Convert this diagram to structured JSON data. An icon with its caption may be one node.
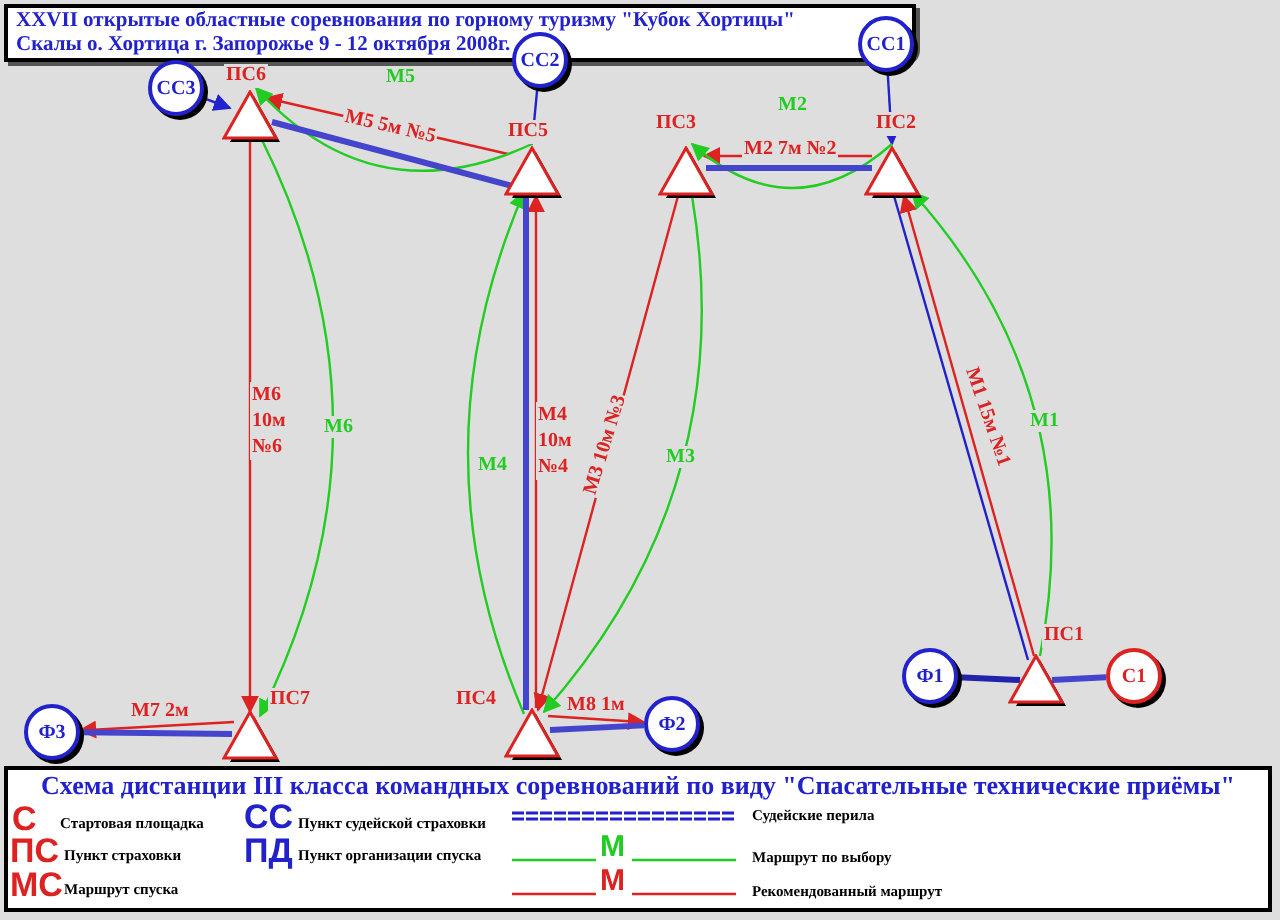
{
  "diagram": {
    "title": "Схема дистанции III класса командных соревнований по виду \"Спасательные технические приёмы\"",
    "nodes": [
      {
        "text": [
          "XXVII открытые областные соревнования по горному туризму \"Кубок Хортицы\"",
          "Скалы о. Хортица г. Запорожье 9 - 12 октября 2008г."
        ]
      },
      {
        "text": [
          "СС3"
        ]
      },
      {
        "text": [
          "ПС6"
        ]
      },
      {
        "text": [
          "СС2"
        ]
      },
      {
        "text": [
          "ПС5"
        ]
      },
      {
        "text": [
          "СС1"
        ]
      },
      {
        "text": [
          "ПС3"
        ]
      },
      {
        "text": [
          "ПС2"
        ]
      },
      {
        "text": [
          "ПС1"
        ]
      },
      {
        "text": [
          "Ф1"
        ]
      },
      {
        "text": [
          "С1"
        ]
      },
      {
        "text": [
          "Ф3"
        ]
      },
      {
        "text": [
          "ПС7"
        ]
      },
      {
        "text": [
          "ПС4"
        ]
      },
      {
        "text": [
          "Ф2"
        ]
      }
    ],
    "edges": [
      {
        "from": 1,
        "to": 2,
        "arrow": "to",
        "color": "#2222cc"
      },
      {
        "from": 3,
        "to": 4,
        "arrow": "to",
        "color": "#2222cc"
      },
      {
        "from": 5,
        "to": 7,
        "arrow": "to",
        "color": "#2222cc"
      },
      {
        "from": 4,
        "to": 2,
        "arrow": "to",
        "label": "М5 5м №5",
        "color": "#dd2222"
      },
      {
        "from": 4,
        "to": 2,
        "arrow": "to",
        "label": "М5",
        "color": "#22cc22"
      },
      {
        "from": 2,
        "to": 4,
        "arrow": "none",
        "style": "thick",
        "color": "#4444cc"
      },
      {
        "from": 7,
        "to": 6,
        "arrow": "to",
        "label": "М2 7м №2",
        "color": "#dd2222"
      },
      {
        "from": 7,
        "to": 6,
        "arrow": "to",
        "label": "М2",
        "color": "#22cc22"
      },
      {
        "from": 6,
        "to": 7,
        "arrow": "none",
        "style": "thick",
        "color": "#4444cc"
      },
      {
        "from": 8,
        "to": 7,
        "arrow": "to",
        "label": "М1 15м №1",
        "color": "#dd2222"
      },
      {
        "from": 8,
        "to": 7,
        "arrow": "to",
        "label": "М1",
        "color": "#22cc22"
      },
      {
        "from": 8,
        "to": 7,
        "arrow": "none",
        "color": "#2222cc"
      },
      {
        "from": 13,
        "to": 4,
        "arrow": "to",
        "label": "М4 10м №4",
        "color": "#dd2222"
      },
      {
        "from": 13,
        "to": 4,
        "arrow": "to",
        "label": "М4",
        "color": "#22cc22"
      },
      {
        "from": 13,
        "to": 4,
        "arrow": "none",
        "style": "thick",
        "color": "#4444cc"
      },
      {
        "from": 6,
        "to": 13,
        "arrow": "to",
        "label": "М3 10м №3",
        "color": "#dd2222"
      },
      {
        "from": 6,
        "to": 13,
        "arrow": "to",
        "label": "М3",
        "color": "#22cc22"
      },
      {
        "from": 2,
        "to": 12,
        "arrow": "to",
        "label": "М6 10м №6",
        "color": "#dd2222"
      },
      {
        "from": 2,
        "to": 12,
        "arrow": "to",
        "label": "М6",
        "color": "#22cc22"
      },
      {
        "from": 12,
        "to": 11,
        "arrow": "to",
        "label": "М7 2м",
        "color": "#dd2222"
      },
      {
        "from": 12,
        "to": 11,
        "arrow": "none",
        "style": "thick",
        "color": "#4444cc"
      },
      {
        "from": 13,
        "to": 14,
        "arrow": "to",
        "label": "М8 1м",
        "color": "#dd2222"
      },
      {
        "from": 13,
        "to": 14,
        "arrow": "none",
        "style": "thick",
        "color": "#4444cc"
      },
      {
        "from": 9,
        "to": 8,
        "arrow": "none",
        "style": "thick",
        "color": "#2222aa"
      },
      {
        "from": 8,
        "to": 10,
        "arrow": "none",
        "style": "thick",
        "color": "#4444cc"
      }
    ],
    "labels": [
      "С",
      "Стартовая площадка",
      "СС",
      "Пункт судейской страховки",
      "ПС",
      "Пункт страховки",
      "ПД",
      "Пункт организации спуска",
      "М",
      "МС",
      "Маршрут спуска",
      "М"
    ],
    "legend": [
      {
        "text": "Судейские перила"
      },
      {
        "text": "Маршрут по выбору"
      },
      {
        "text": "Рекомендованный маршрут"
      }
    ]
  }
}
